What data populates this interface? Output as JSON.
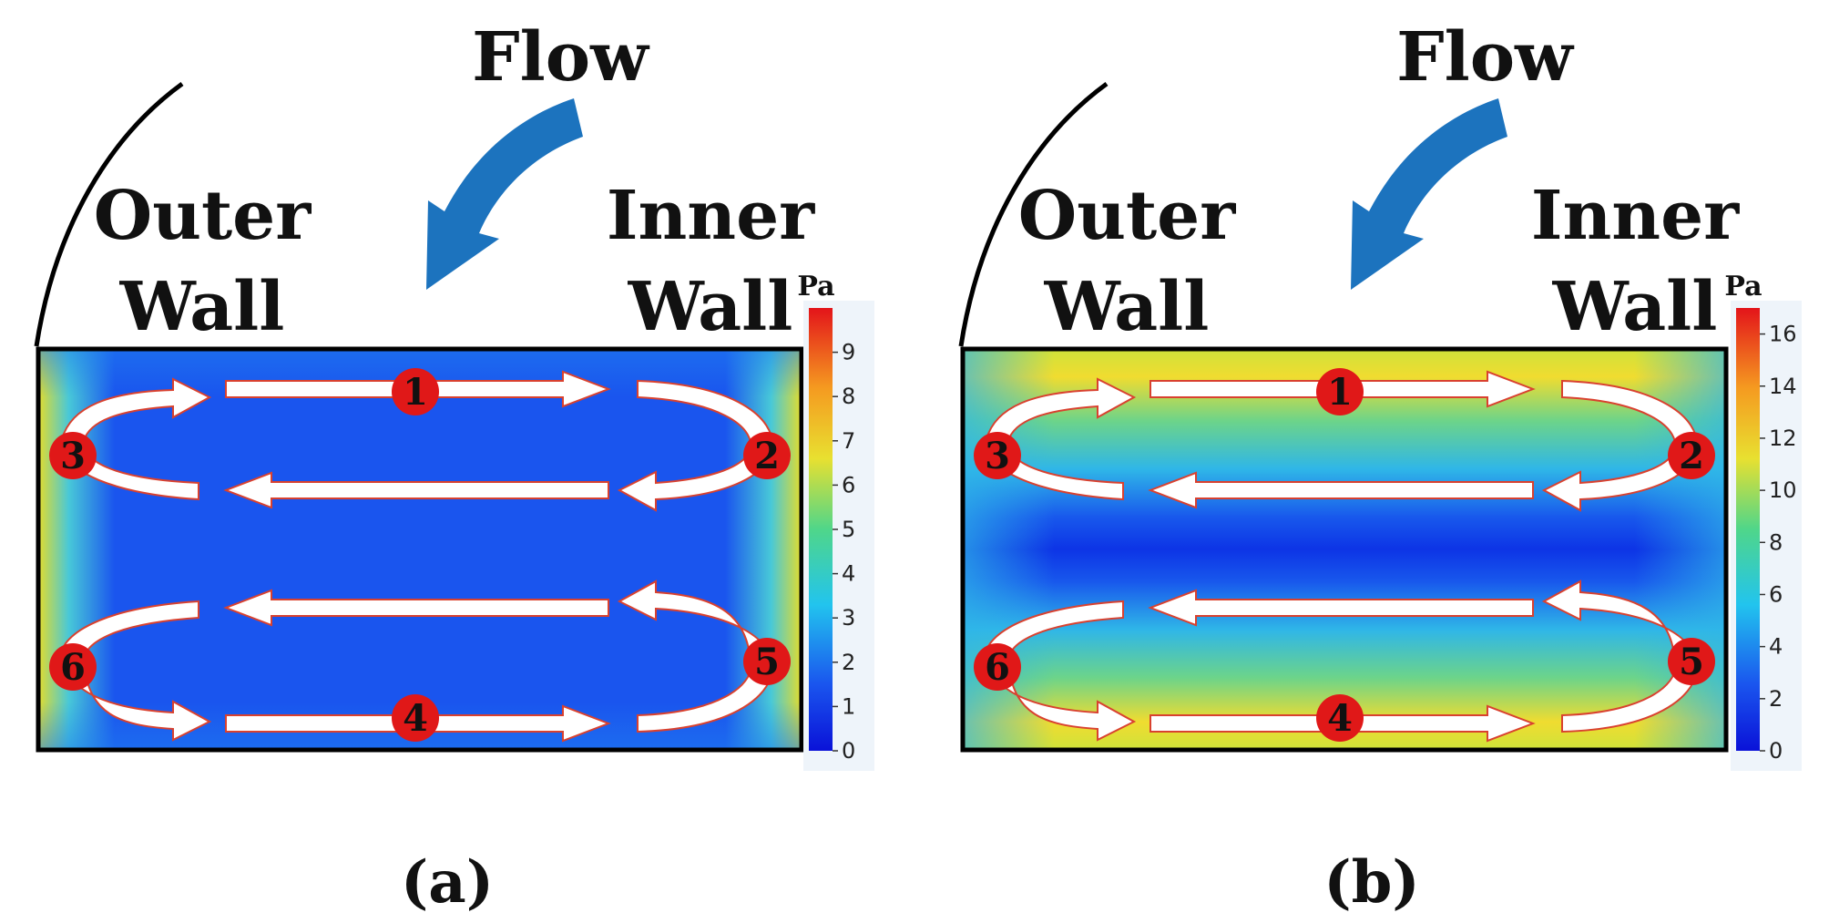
{
  "colors": {
    "arrow_fill": "#ffffff",
    "arrow_outline": "#d9412f",
    "flow_arrow": "#1c73be",
    "marker": "#e01818",
    "field_low": "#0a2cf2",
    "field_high": "#ffd000"
  },
  "icons": {
    "flow": "curved-arrow-icon",
    "circulation": "white-arrow-icon",
    "point_marker": "numbered-circle-icon"
  },
  "panels": [
    {
      "id": "a",
      "label": "(a)",
      "flow_label": "Flow",
      "outer_wall_line1": "Outer",
      "outer_wall_line2": "Wall",
      "inner_wall_line1": "Inner",
      "inner_wall_line2": "Wall",
      "colorbar": {
        "unit": "Pa",
        "min": 0,
        "max": 10,
        "ticks": [
          "0",
          "1",
          "2",
          "3",
          "4",
          "5",
          "6",
          "7",
          "8",
          "9"
        ]
      },
      "points": [
        "1",
        "2",
        "3",
        "4",
        "5",
        "6"
      ]
    },
    {
      "id": "b",
      "label": "(b)",
      "flow_label": "Flow",
      "outer_wall_line1": "Outer",
      "outer_wall_line2": "Wall",
      "inner_wall_line1": "Inner",
      "inner_wall_line2": "Wall",
      "colorbar": {
        "unit": "Pa",
        "min": 0,
        "max": 17,
        "ticks": [
          "0",
          "2",
          "4",
          "6",
          "8",
          "10",
          "12",
          "14",
          "16"
        ]
      },
      "points": [
        "1",
        "2",
        "3",
        "4",
        "5",
        "6"
      ]
    }
  ]
}
